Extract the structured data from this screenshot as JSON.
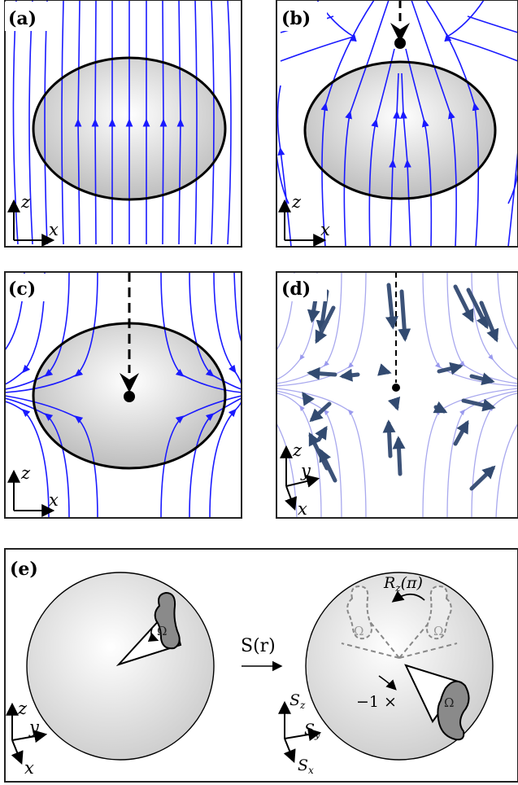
{
  "panels": {
    "a": {
      "label": "(a)",
      "axis_up": "z",
      "axis_right": "x"
    },
    "b": {
      "label": "(b)",
      "axis_up": "z",
      "axis_right": "x"
    },
    "c": {
      "label": "(c)",
      "axis_up": "z",
      "axis_right": "x"
    },
    "d": {
      "label": "(d)",
      "axis_up": "z",
      "axis_mid": "y",
      "axis_down": "x"
    },
    "e": {
      "label": "(e)",
      "left_axes": {
        "up": "z",
        "mid": "y",
        "down": "x"
      },
      "map_label": "S(r)",
      "right_axes": {
        "up": "S",
        "up_sub": "z",
        "mid": "S",
        "mid_sub": "y",
        "down": "S",
        "down_sub": "x"
      },
      "omega": "Ω",
      "rotation": "R",
      "rotation_sub": "z",
      "rotation_arg": "(π)",
      "minus_one": "−1 ×"
    }
  },
  "colors": {
    "field_line": "#1a1aff",
    "faint_field": "#9a9aee",
    "spin_arrow": "#3c5278",
    "frame": "#222222",
    "ellipse_fill": "#e0e0e0"
  }
}
